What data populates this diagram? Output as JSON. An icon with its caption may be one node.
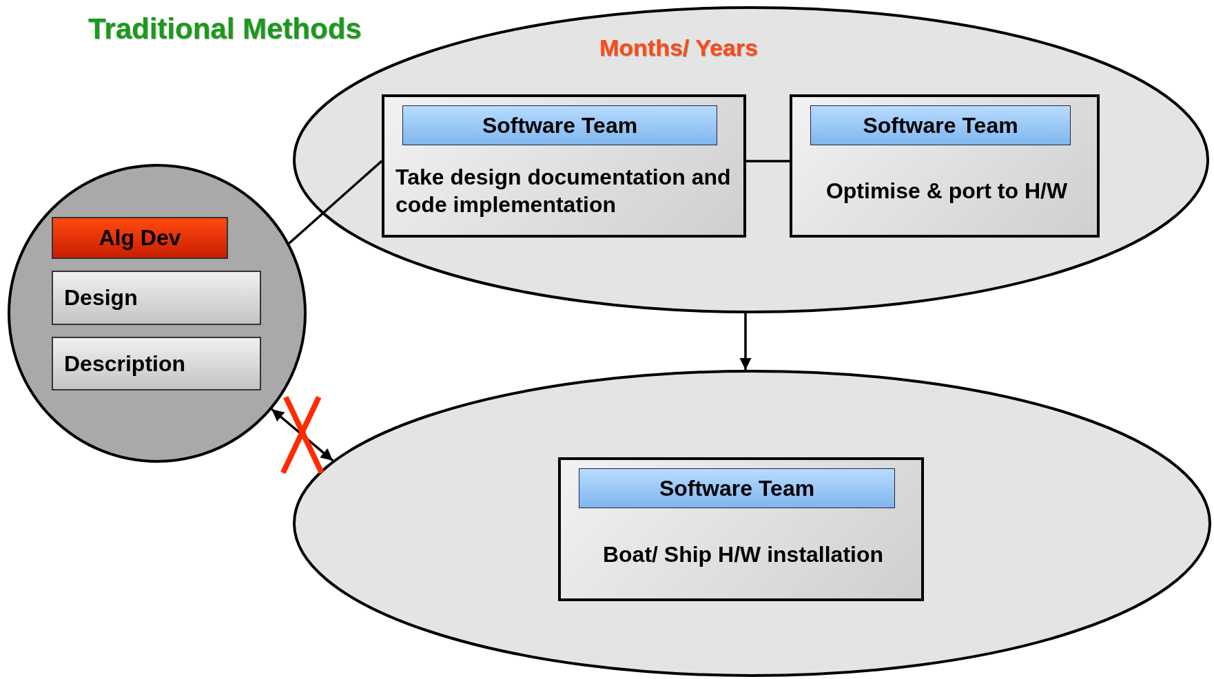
{
  "diagram": {
    "title": "Traditional Methods",
    "nodes": [
      {
        "text": [],
        "shape": "circle"
      },
      {
        "text": [
          "Alg Dev"
        ],
        "in": 0
      },
      {
        "text": [
          "Design"
        ],
        "in": 0
      },
      {
        "text": [
          "Description"
        ],
        "in": 0
      },
      {
        "text": [
          "Months/ Years"
        ]
      },
      {
        "text": [
          "Software Team",
          "Take design documentation and code implementation"
        ],
        "in": 4
      },
      {
        "text": [
          "Software Team",
          "Optimise & port to H/W"
        ],
        "in": 4
      },
      {
        "text": [],
        "shape": "ellipse"
      },
      {
        "text": [
          "Software Team",
          "Boat/ Ship H/W installation"
        ],
        "in": 7
      }
    ],
    "edges": [
      {
        "from": 0,
        "to": 5,
        "arrow": "none"
      },
      {
        "from": 5,
        "to": 6,
        "arrow": "none"
      },
      {
        "from": 4,
        "to": 7,
        "arrow": "to"
      },
      {
        "from": 0,
        "to": 7,
        "arrow": "both"
      }
    ]
  }
}
